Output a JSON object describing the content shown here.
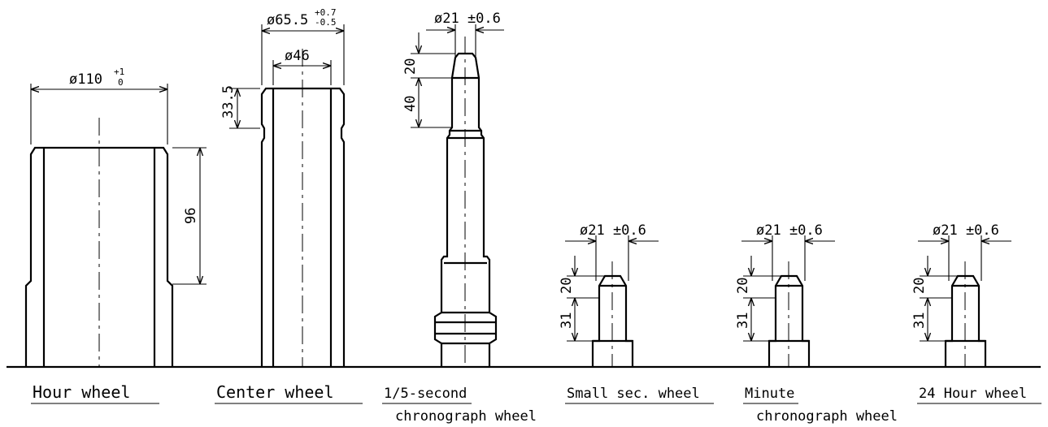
{
  "labels": {
    "hour": "Hour wheel",
    "center": "Center wheel",
    "chrono_1": "1/5-second",
    "chrono_2": "chronograph wheel",
    "small_sec": "Small sec. wheel",
    "minute_1": "Minute",
    "minute_2": "chronograph wheel",
    "hour24": "24 Hour wheel"
  },
  "dims": {
    "hour_dia": "ø110",
    "hour_dia_tol_upper": "+1",
    "hour_dia_tol_lower": "0",
    "hour_height": "96",
    "center_dia_outer": "ø65.5",
    "center_tol_upper": "+0.7",
    "center_tol_lower": "-0.5",
    "center_dia_inner": "ø46",
    "center_height": "33.5",
    "chrono_dia": "ø21 ±0.6",
    "chrono_h1": "20",
    "chrono_h2": "40",
    "small_dia": "ø21 ±0.6",
    "small_h1": "20",
    "small_h2": "31",
    "minute_dia": "ø21 ±0.6",
    "minute_h1": "20",
    "minute_h2": "31",
    "h24_dia": "ø21 ±0.6",
    "h24_h1": "20",
    "h24_h2": "31"
  }
}
